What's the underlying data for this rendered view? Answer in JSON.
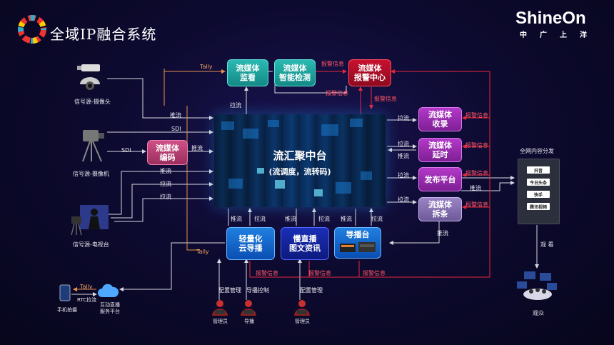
{
  "header": {
    "title": "全域IP融合系统",
    "brand": "ShineOn",
    "brand_sub": "中广上洋"
  },
  "sources": {
    "camera": "信号源-摄像头",
    "camcorder": "信号源-摄像机",
    "studio": "信号源-电视台"
  },
  "boxes": {
    "monitor": [
      "流媒体",
      "监看"
    ],
    "detect": [
      "流媒体",
      "智能检测"
    ],
    "alarm": [
      "流媒体",
      "报警中心"
    ],
    "encode": [
      "流媒体",
      "编码"
    ],
    "record": [
      "流媒体",
      "收录"
    ],
    "delay": [
      "流媒体",
      "延时"
    ],
    "publish": "发布平台",
    "split": [
      "流媒体",
      "拆条"
    ],
    "cloud": [
      "轻量化",
      "云导播"
    ],
    "slow": [
      "慢直播",
      "图文资讯"
    ],
    "director": "导播台"
  },
  "hub": {
    "title": "流汇聚中台",
    "subtitle": "(流调度，流转码)"
  },
  "labels": {
    "tally": "Tally",
    "push": "推流",
    "pull": "拉流",
    "sdi": "SDI",
    "alarm_info": "报警信息",
    "config_mgmt": "配置管理",
    "director_ctrl": "导播控制",
    "watch": "观 看",
    "rtc_pull": "RTC拉流"
  },
  "distribution": {
    "title": "全网内容分发",
    "apps": [
      "抖音",
      "今日头条",
      "快手",
      "腾讯视频"
    ]
  },
  "bottom": {
    "phone": "手机拍摄",
    "platform": [
      "互动直播",
      "服务平台"
    ],
    "operator_admin": "管理员",
    "operator_director": "导播",
    "audience": "观众"
  },
  "colors": {
    "teal": "#2bb9b2",
    "alarm_red": "#c8102e",
    "alarm_line": "#e8283c",
    "line": "#d8d8e0"
  }
}
